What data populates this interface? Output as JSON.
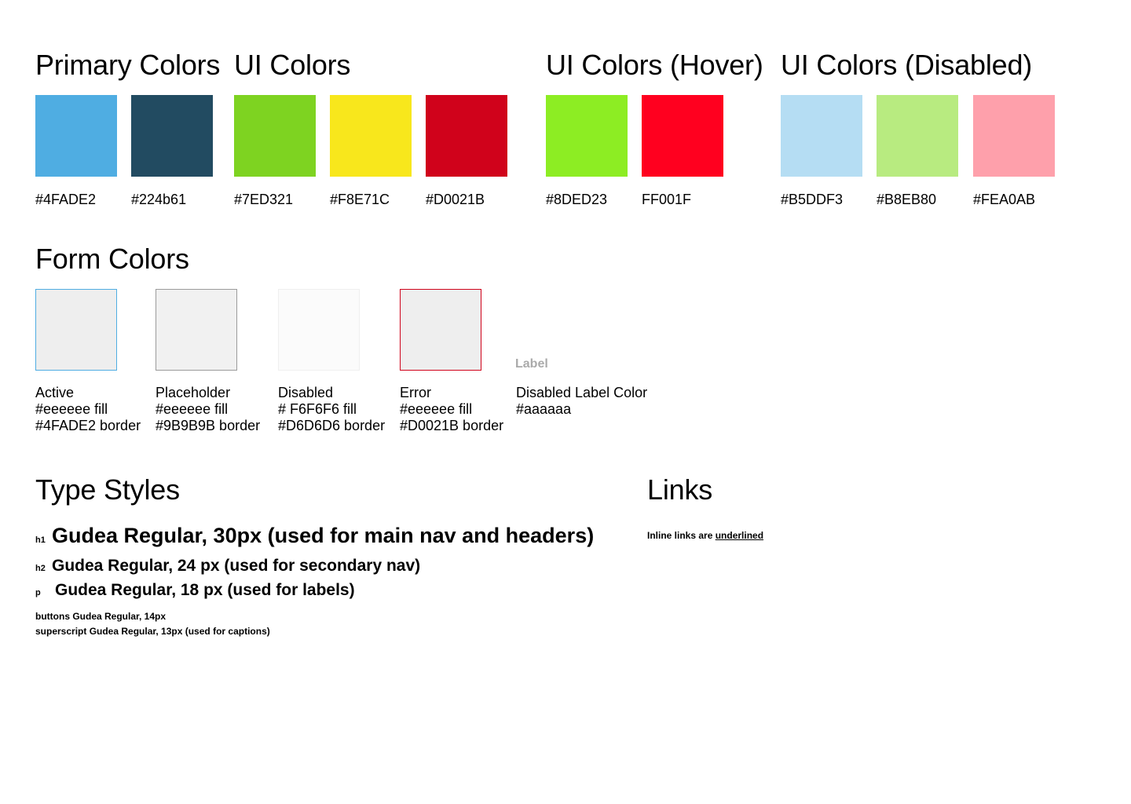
{
  "sections": {
    "primary": {
      "title": "Primary Colors",
      "swatches": [
        {
          "color": "#4FADE2",
          "label": "#4FADE2"
        },
        {
          "color": "#224b61",
          "label": "#224b61"
        }
      ]
    },
    "ui": {
      "title": "UI Colors",
      "swatches": [
        {
          "color": "#7ED321",
          "label": "#7ED321"
        },
        {
          "color": "#F8E71C",
          "label": "#F8E71C"
        },
        {
          "color": "#D0021B",
          "label": "#D0021B"
        }
      ]
    },
    "hover": {
      "title": "UI Colors (Hover)",
      "swatches": [
        {
          "color": "#8DED23",
          "label": "#8DED23"
        },
        {
          "color": "#FF001F",
          "label": "FF001F"
        }
      ]
    },
    "disabled": {
      "title": "UI Colors (Disabled)",
      "swatches": [
        {
          "color": "#B5DDF3",
          "label": "#B5DDF3"
        },
        {
          "color": "#B8EB80",
          "label": "#B8EB80"
        },
        {
          "color": "#FEA0AB",
          "label": "#FEA0AB"
        }
      ]
    }
  },
  "form": {
    "title": "Form Colors",
    "items": [
      {
        "fill": "#eeeeee",
        "border": "#4FADE2",
        "lines": [
          "Active",
          "#eeeeee fill",
          "#4FADE2 border"
        ]
      },
      {
        "fill": "#f1f1f1",
        "border": "#9B9B9B",
        "lines": [
          "Placeholder",
          "#eeeeee fill",
          "#9B9B9B border"
        ]
      },
      {
        "fill": "#fbfbfb",
        "border": "#efefef",
        "lines": [
          "Disabled",
          "# F6F6F6 fill",
          "#D6D6D6 border"
        ]
      },
      {
        "fill": "#eeeeee",
        "border": "#D0021B",
        "lines": [
          "Error",
          "#eeeeee fill",
          "#D0021B border"
        ]
      }
    ],
    "disabled_label": {
      "sample": "Label",
      "color": "#aaaaaa",
      "lines": [
        "Disabled Label Color",
        "#aaaaaa"
      ]
    }
  },
  "type_styles": {
    "title": "Type Styles",
    "h1": {
      "tag": "h1",
      "text": "Gudea Regular, 30px (used for main nav and headers)"
    },
    "h2": {
      "tag": "h2",
      "text": "Gudea Regular, 24 px (used for secondary nav)"
    },
    "p": {
      "tag": "p",
      "text": "Gudea Regular, 18 px (used for labels)"
    },
    "buttons": "buttons  Gudea Regular, 14px",
    "superscript": "superscript Gudea Regular, 13px (used for captions)"
  },
  "links": {
    "title": "Links",
    "prefix": "Inline links are ",
    "link_text": "underlined"
  }
}
